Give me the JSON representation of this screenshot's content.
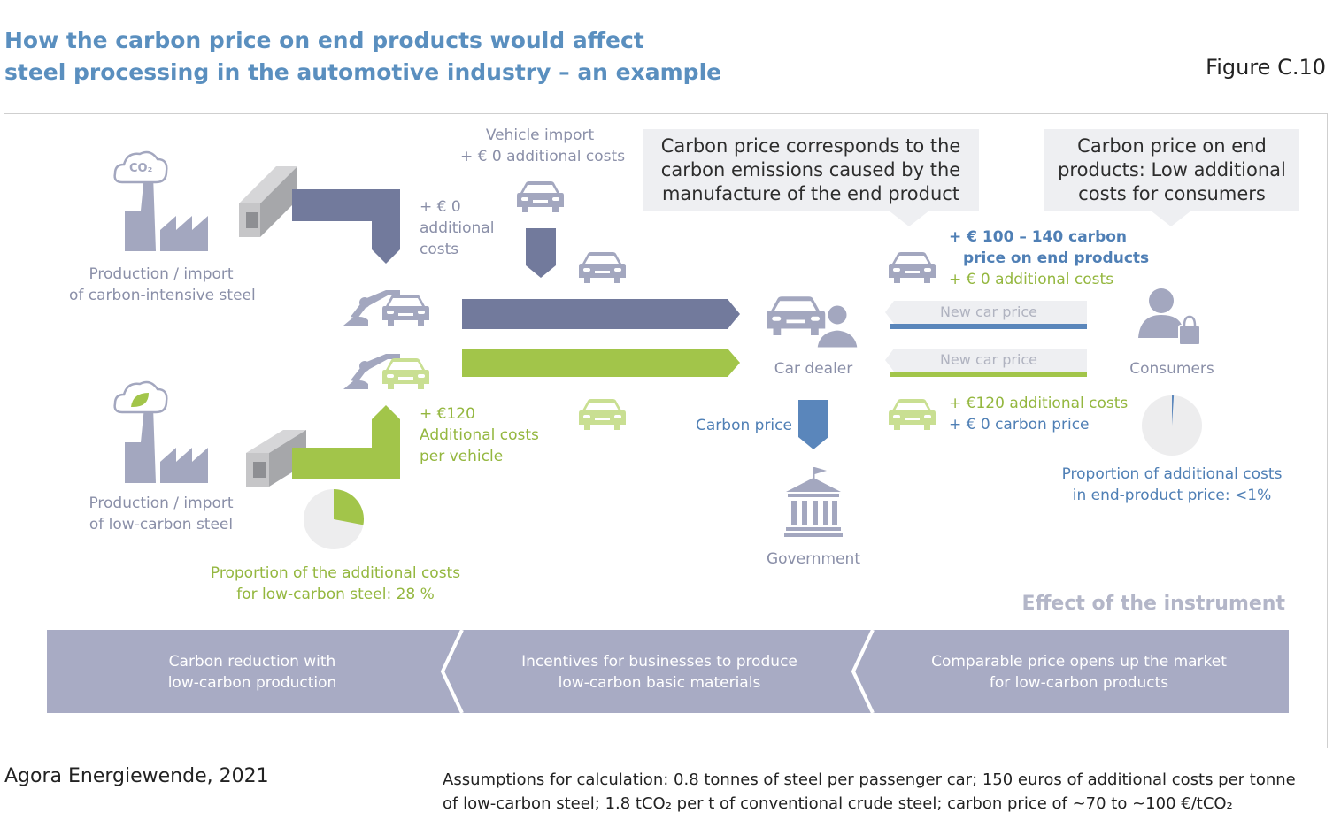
{
  "header": {
    "title_line1": "How the carbon price on end products would affect",
    "title_line2": "steel processing in the automotive industry – an example",
    "figure_label": "Figure C.10"
  },
  "diagram": {
    "co2_cloud_label": "CO₂",
    "production_intensive": [
      "Production / import",
      "of carbon-intensive steel"
    ],
    "production_lowcarbon": [
      "Production / import",
      "of low-carbon steel"
    ],
    "zero_costs": [
      "+ € 0",
      "additional",
      "costs"
    ],
    "green_costs": [
      "+ €120",
      "Additional costs",
      "per vehicle"
    ],
    "vehicle_import": [
      "Vehicle import",
      "+ € 0 additional costs"
    ],
    "steel_share_caption": [
      "Proportion of the additional costs",
      "for low-carbon steel: 28 %"
    ],
    "steel_share_fraction": 0.28,
    "callout_left": [
      "Carbon price corresponds to the",
      "carbon emissions caused by the",
      "manufacture of the end product"
    ],
    "callout_right": [
      "Carbon price on end",
      "products: Low additional",
      "costs for consumers"
    ],
    "carbon_price_end": [
      "+ € 100 – 140 carbon",
      "price on end products"
    ],
    "zero_additional": "+ € 0 additional costs",
    "new_car_price_1": "New car price",
    "new_car_price_2": "New car price",
    "car_dealer": "Car dealer",
    "carbon_price": "Carbon price",
    "government": "Government",
    "green_additional": "+ €120 additional costs",
    "zero_carbon": "+ € 0 carbon price",
    "consumers": "Consumers",
    "consumer_share_caption": [
      "Proportion of additional costs",
      "in end-product price: <1%"
    ],
    "consumer_share_fraction": 0.01
  },
  "effect": {
    "title": "Effect of the instrument",
    "steps": [
      [
        "Carbon reduction with",
        "low-carbon production"
      ],
      [
        "Incentives for businesses to produce",
        "low-carbon basic materials"
      ],
      [
        "Comparable price opens up the market",
        "for low-carbon products"
      ]
    ]
  },
  "footer": {
    "source": "Agora Energiewende, 2021",
    "assumptions_line1": "Assumptions for calculation: 0.8 tonnes of steel per passenger car; 150 euros of additional costs per tonne",
    "assumptions_line2": "of low-carbon steel; 1.8 tCO₂ per t of conventional crude steel; carbon price of ~70 to ~100 €/tCO₂"
  },
  "colors": {
    "title_blue": "#5a8fbf",
    "slate": "#727a9c",
    "green": "#a2c54a",
    "price_blue": "#5a86bb",
    "icon_gray": "#a3a7bf",
    "effect_band": "#a8abc4"
  }
}
